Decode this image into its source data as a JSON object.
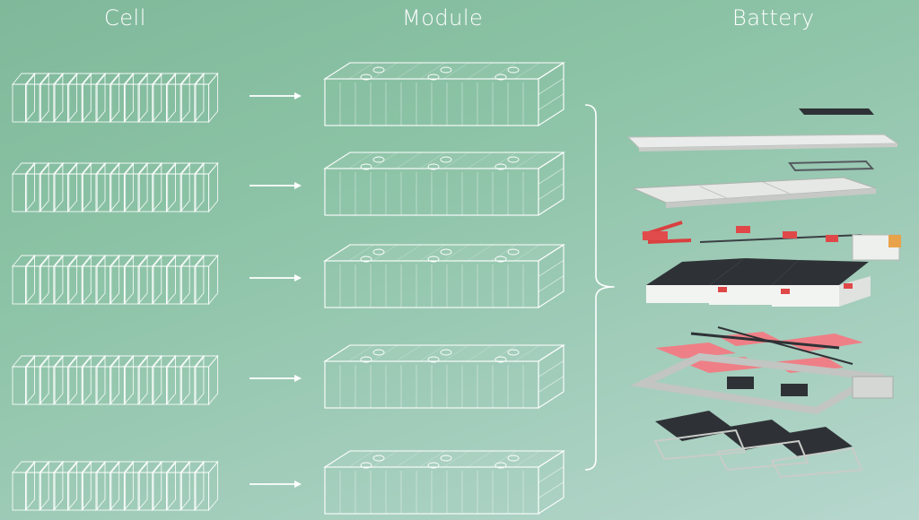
{
  "headers": {
    "cell": "Cell",
    "module": "Module",
    "battery": "Battery"
  },
  "diagram": {
    "rows": 5,
    "cells_per_row": 14,
    "terminals_per_module": 3,
    "colors": {
      "line": "#ffffff",
      "background_top": "#7fb89a",
      "background_bottom": "#b6d7ce",
      "pack_dark": "#2e3236",
      "pack_light": "#e9ecea",
      "pack_red": "#e04848",
      "pack_pink": "#ef7f86",
      "pack_frame": "#c9ccc8"
    },
    "icons": [
      "arrow-right-icon",
      "brace-icon",
      "battery-pack-exploded-icon"
    ]
  }
}
